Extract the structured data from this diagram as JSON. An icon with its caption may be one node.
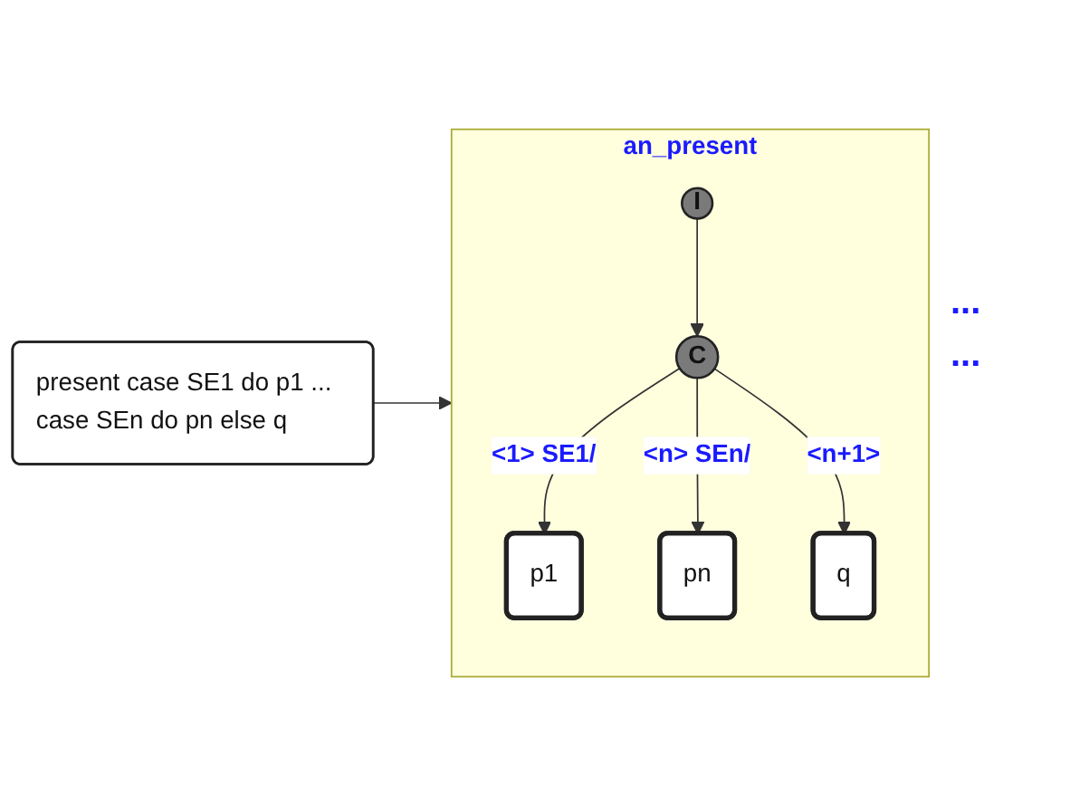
{
  "diagram": {
    "nodes": [
      {
        "text": [
          "present case SE1 do p1 ... case SEn do pn else q"
        ]
      },
      {
        "text": [
          "an_present"
        ]
      },
      {
        "text": [
          "I"
        ],
        "in": 1
      },
      {
        "text": [
          "C"
        ],
        "in": 1
      },
      {
        "text": [
          "p1"
        ],
        "in": 1
      },
      {
        "text": [
          "pn"
        ],
        "in": 1
      },
      {
        "text": [
          "q"
        ],
        "in": 1
      }
    ],
    "edges": [
      {
        "from": 0,
        "to": 1,
        "arrow": "to"
      },
      {
        "from": 2,
        "to": 3,
        "arrow": "to"
      },
      {
        "from": 3,
        "to": 4,
        "arrow": "to",
        "label": "<1> SE1/"
      },
      {
        "from": 3,
        "to": 5,
        "arrow": "to",
        "label": "<n> SEn/"
      },
      {
        "from": 3,
        "to": 6,
        "arrow": "to",
        "label": "<n+1>"
      }
    ],
    "labels": [
      "...",
      "..."
    ]
  }
}
